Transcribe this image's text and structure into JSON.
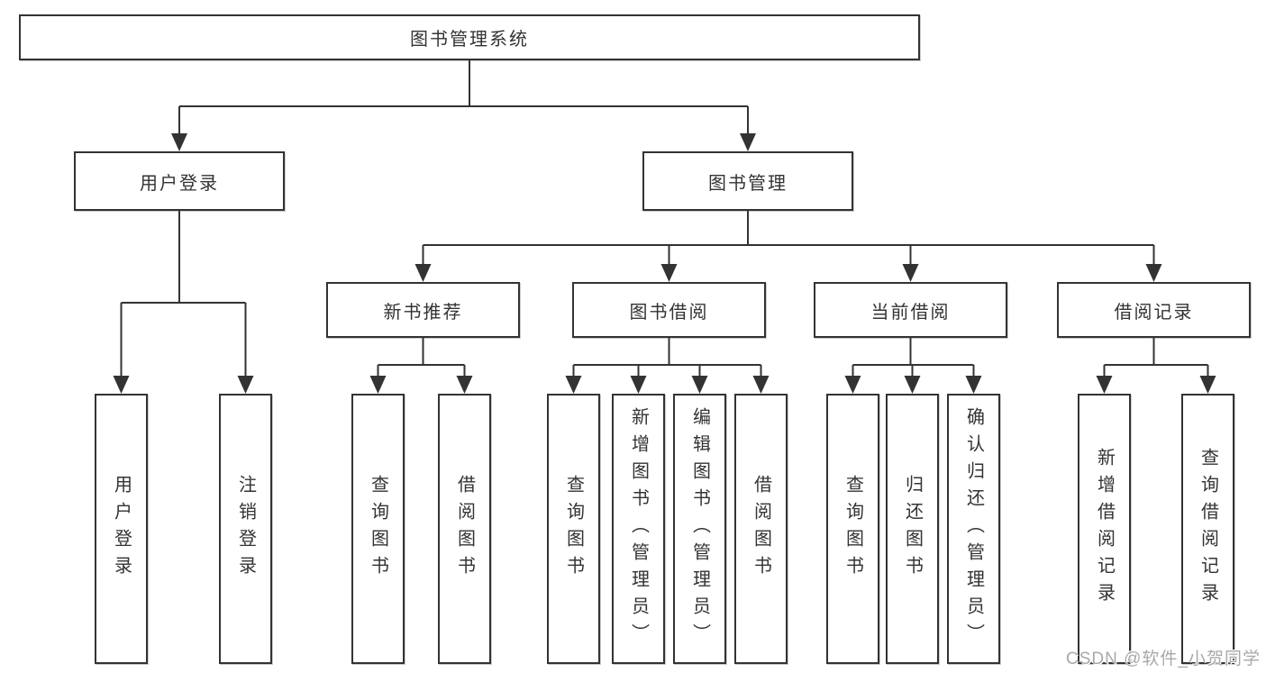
{
  "diagram": {
    "title": "图书管理系统",
    "nodes": {
      "root": "图书管理系统",
      "level2": {
        "login": "用户登录",
        "management": "图书管理"
      },
      "level3": {
        "recommend": "新书推荐",
        "borrow": "图书借阅",
        "current": "当前借阅",
        "records": "借阅记录"
      },
      "leaves": {
        "login_user": "用户登录",
        "login_logout": "注销登录",
        "recommend_query": "查询图书",
        "recommend_borrow": "借阅图书",
        "borrow_query": "查询图书",
        "borrow_add": "新增图书（管理员）",
        "borrow_edit": "编辑图书（管理员）",
        "borrow_borrow": "借阅图书",
        "current_query": "查询图书",
        "current_return": "归还图书",
        "current_confirm": "确认归还（管理员）",
        "records_add": "新增借阅记录",
        "records_query": "查询借阅记录"
      }
    },
    "colors": {
      "line": "#333333",
      "box_border": "#333333",
      "text": "#333333",
      "background": "#ffffff",
      "watermark_text": "#a9a9a9"
    }
  },
  "watermark": {
    "text": "CSDN @软件_小贺同学"
  }
}
